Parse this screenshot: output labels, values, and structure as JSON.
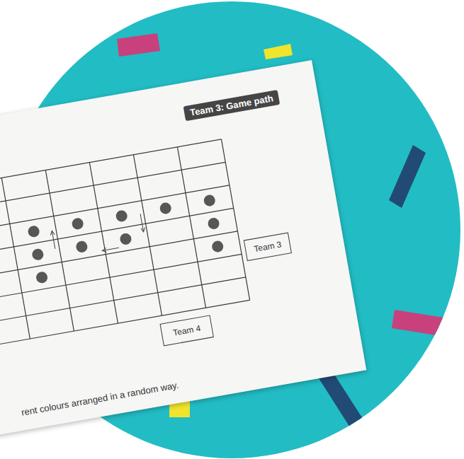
{
  "diagram": {
    "title": "Team 3: Game path",
    "nodes": [
      {
        "text": [
          "Team 3"
        ]
      },
      {
        "text": [
          "Team 4"
        ]
      }
    ],
    "labels": [
      "rent colours arranged in a random way."
    ]
  }
}
